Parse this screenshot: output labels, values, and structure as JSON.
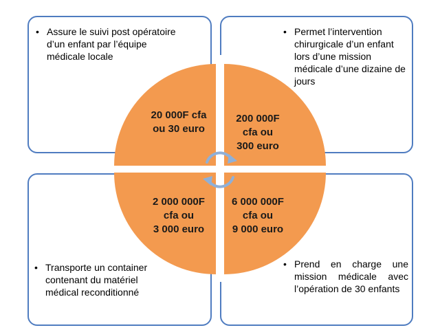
{
  "colors": {
    "box_border": "#4f7cc0",
    "quadrant_fill": "#f39a4f",
    "cycle_arrow": "#8fb0d8"
  },
  "icons": {
    "center": "cycle-arrows-icon"
  },
  "quadrants": {
    "top_left": {
      "price": [
        "20 000F cfa",
        "ou 30 euro"
      ],
      "description": "Assure  le suivi post opératoire d’un enfant par l’équipe médicale locale"
    },
    "top_right": {
      "price": [
        "200 000F",
        "cfa ou",
        "300 euro"
      ],
      "description": "Permet l’intervention chirurgicale d’un enfant  lors d’une mission médicale d’une dizaine de jours"
    },
    "bottom_left": {
      "price": [
        "2 000 000F",
        "cfa ou",
        "3 000 euro"
      ],
      "description": "Transporte un container contenant du matériel médical reconditionné"
    },
    "bottom_right": {
      "price": [
        "6 000 000F",
        "cfa ou",
        "9 000 euro"
      ],
      "description": "Prend en charge une mission médicale avec l’opération de 30 enfants"
    }
  }
}
